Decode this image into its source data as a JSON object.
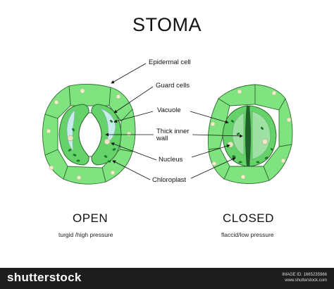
{
  "title": "STOMA",
  "labels": {
    "epidermal_cell": "Epidermal cell",
    "guard_cells": "Guard cells",
    "vacuole": "Vacuole",
    "thick_inner_wall_line1": "Thick inner",
    "thick_inner_wall_line2": "wall",
    "nucleus": "Nucleus",
    "chloroplast": "Chloroplast"
  },
  "states": {
    "open": {
      "heading": "OPEN",
      "caption": "turgid /high pressure"
    },
    "closed": {
      "heading": "CLOSED",
      "caption": "flaccid/low pressure"
    }
  },
  "footer": {
    "brand": "shutterstock",
    "image_id": "IMAGE ID: 1665235966",
    "site": "www.shutterstock.com"
  },
  "colors": {
    "epidermal": "#7fe37f",
    "guard_cell": "#66d36a",
    "vacuole": "#c8ecec",
    "chloroplast": "#1a7a2c",
    "outline": "#2f6b2f"
  }
}
